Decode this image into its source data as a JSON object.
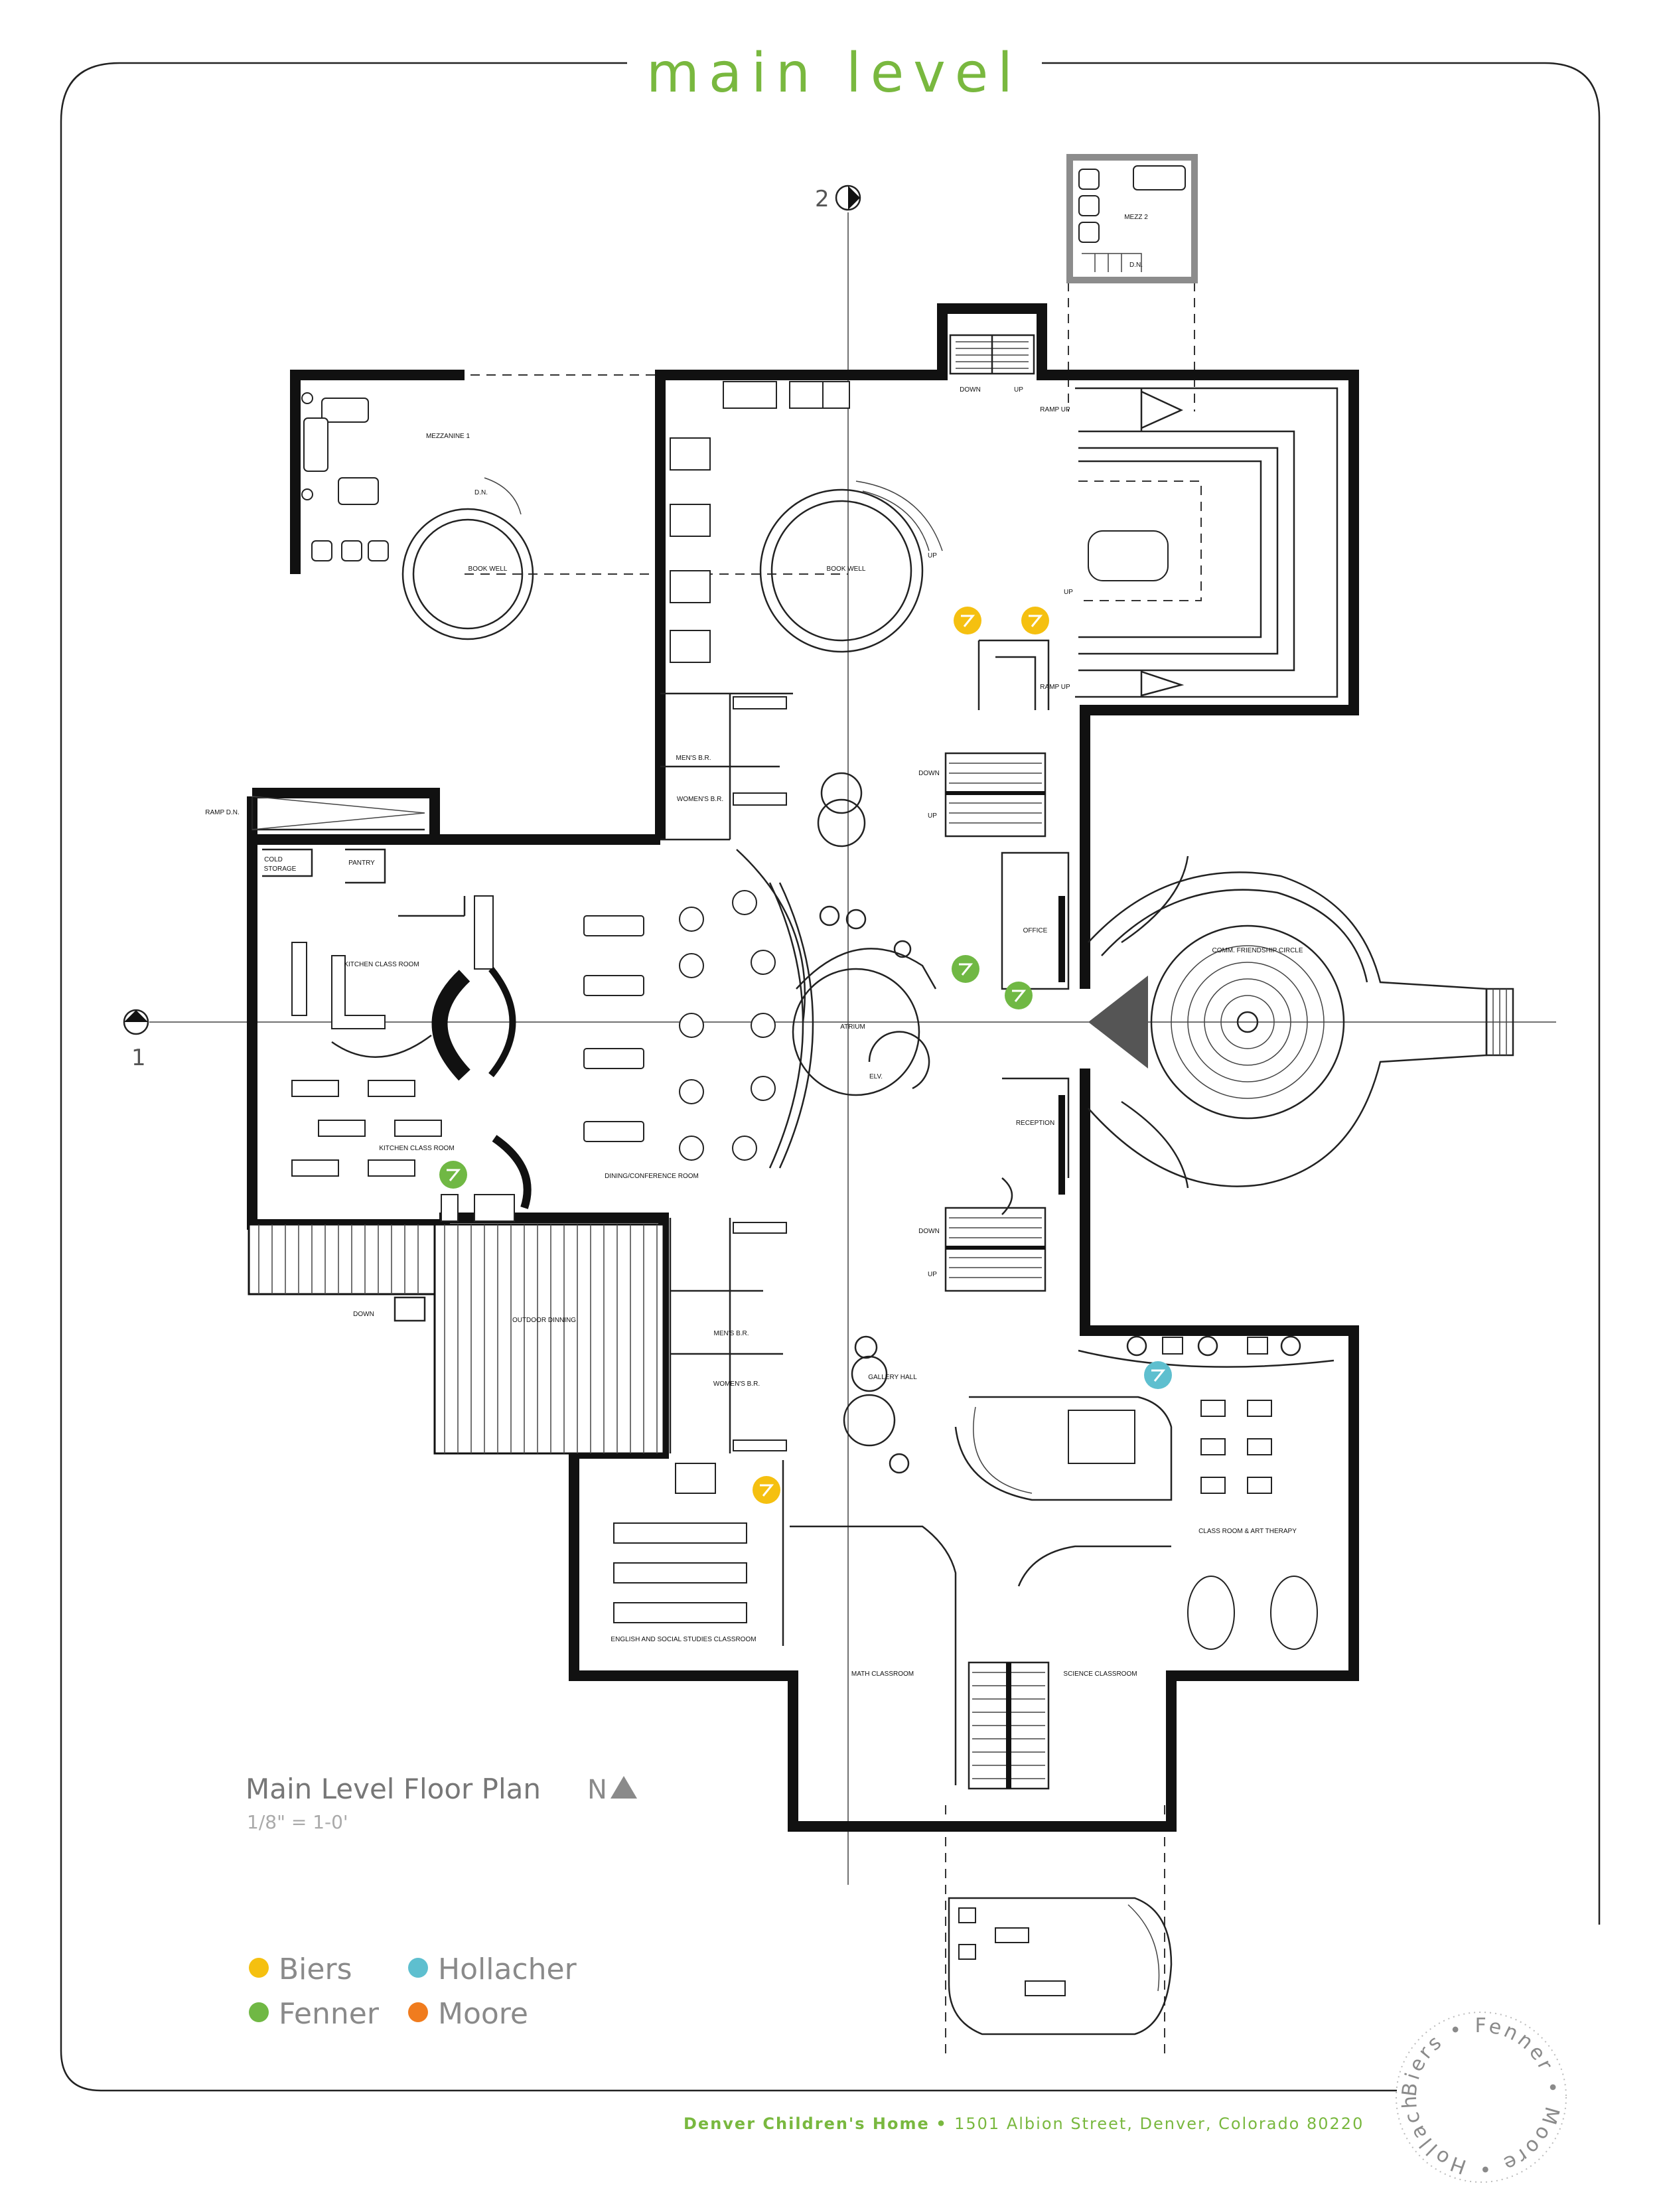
{
  "header": {
    "title": "main level"
  },
  "footer": {
    "org": "Denver Children's Home",
    "address": "1501 Albion Street, Denver, Colorado 80220"
  },
  "plan": {
    "title": "Main Level Floor Plan",
    "north": "N",
    "scale": "1/8\" = 1-0'"
  },
  "grid": {
    "vertical_label": "2",
    "horizontal_label": "1"
  },
  "legend": [
    {
      "name": "Biers",
      "color": "#f5c010"
    },
    {
      "name": "Hollacher",
      "color": "#5ebfcf"
    },
    {
      "name": "Fenner",
      "color": "#70b844"
    },
    {
      "name": "Moore",
      "color": "#f07c1e"
    }
  ],
  "seal": [
    "Biers",
    "Fenner",
    "Moore",
    "Hollacher"
  ],
  "rooms": {
    "mezz2": "MEZZ 2",
    "mezz2_dn": "D.N.",
    "mezzanine1": "MEZZANINE 1",
    "mezz1_dn": "D.N.",
    "book_well_left": "BOOK WELL",
    "book_well_main": "BOOK WELL",
    "down_top": "DOWN",
    "up_top": "UP",
    "ramp_up_top": "RAMP UP",
    "ramp_up_bottom": "RAMP UP",
    "up_ramp": "UP",
    "up_bookwell": "UP",
    "mens_top": "MEN'S B.R.",
    "womens_top": "WOMEN'S B.R.",
    "down_mid": "DOWN",
    "up_mid": "UP",
    "ramp_dn": "RAMP D.N.",
    "cold_storage_1": "COLD",
    "cold_storage_2": "STORAGE",
    "pantry": "PANTRY",
    "kitchen_class_1": "KITCHEN CLASS ROOM",
    "kitchen_class_2": "KITCHEN CLASS ROOM",
    "dining": "DINING/CONFERENCE ROOM",
    "atrium": "ATRIUM",
    "elv": "ELV.",
    "office": "OFFICE",
    "reception": "RECEPTION",
    "comm_circle": "COMM. FRIENDSHIP CIRCLE",
    "down_low": "DOWN",
    "up_low": "UP",
    "outdoor_dining": "OUTDOOR DINNING",
    "down_outdoor": "DOWN",
    "mens_bottom": "MEN'S B.R.",
    "womens_bottom": "WOMEN'S B.R.",
    "gallery_hall": "GALLERY HALL",
    "art_therapy": "CLASS ROOM & ART THERAPY",
    "english": "ENGLISH AND SOCIAL STUDIES CLASSROOM",
    "math": "MATH CLASSROOM",
    "science": "SCIENCE CLASSROOM"
  }
}
